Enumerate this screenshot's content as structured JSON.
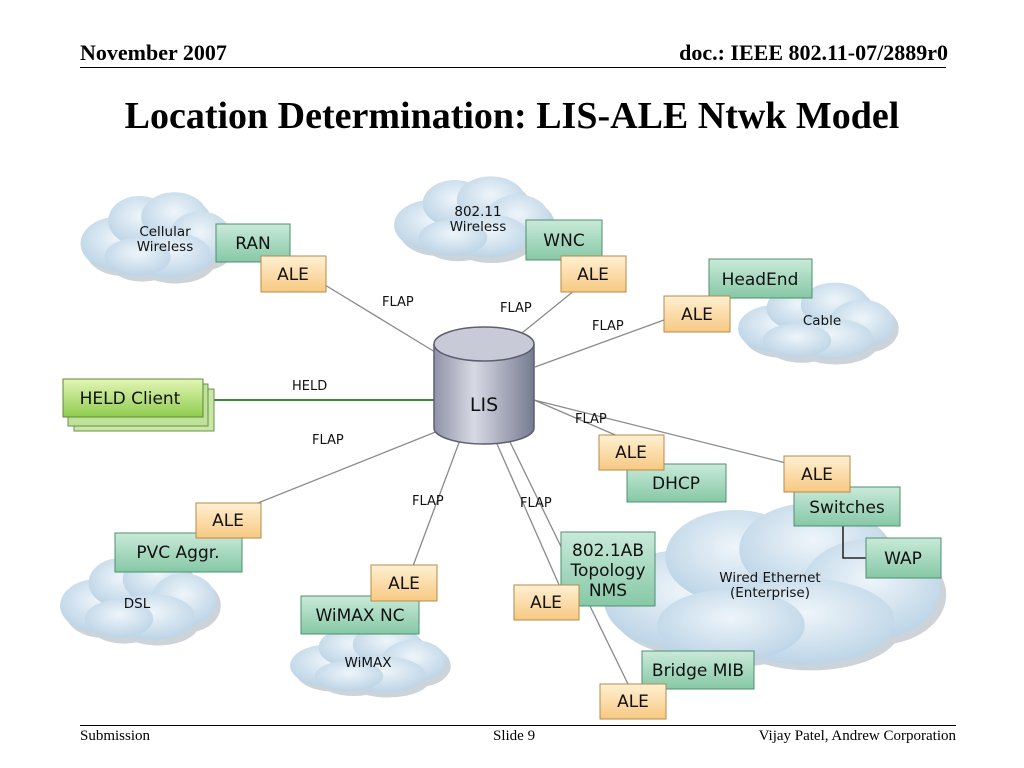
{
  "header": {
    "date": "November 2007",
    "doc_id": "doc.: IEEE 802.11-07/2889r0"
  },
  "title": "Location Determination: LIS-ALE Ntwk Model",
  "footer": {
    "left": "Submission",
    "center": "Slide 9",
    "right": "Vijay Patel, Andrew Corporation"
  },
  "diagram": {
    "lis": "LIS",
    "held_client": "HELD Client",
    "clouds": {
      "cellular_line1": "Cellular",
      "cellular_line2": "Wireless",
      "wifi_line1": "802.11",
      "wifi_line2": "Wireless",
      "cable": "Cable",
      "dsl": "DSL",
      "wimax": "WiMAX",
      "ethernet_line1": "Wired Ethernet",
      "ethernet_line2": "(Enterprise)"
    },
    "boxes": {
      "ran": "RAN",
      "wnc": "WNC",
      "headend": "HeadEnd",
      "pvc": "PVC Aggr.",
      "wimax_nc": "WiMAX NC",
      "dhcp": "DHCP",
      "switches": "Switches",
      "wap": "WAP",
      "topology_line1": "802.1AB",
      "topology_line2": "Topology",
      "topology_line3": "NMS",
      "bridge_mib": "Bridge MIB",
      "ale": "ALE"
    },
    "links": {
      "flap": "FLAP",
      "held": "HELD"
    }
  }
}
